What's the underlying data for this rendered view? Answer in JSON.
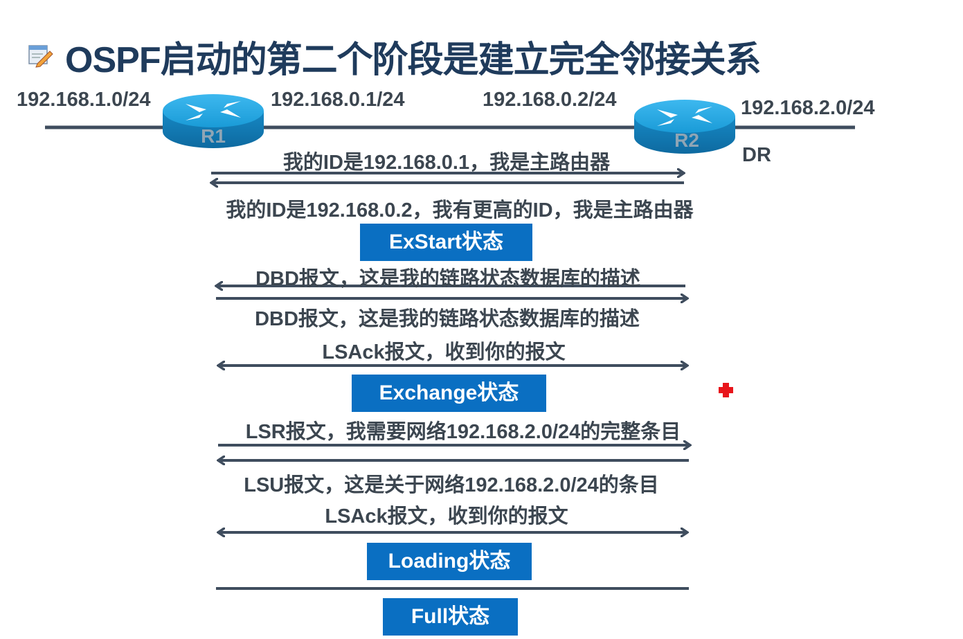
{
  "title": "OSPF启动的第二个阶段是建立完全邻接关系",
  "title_icon": "notepad-pencil-icon",
  "network": {
    "left_subnet": "192.168.1.0/24",
    "r1_ip": "192.168.0.1/24",
    "r2_ip": "192.168.0.2/24",
    "right_subnet": "192.168.2.0/24",
    "r1_label": "R1",
    "r2_label": "R2",
    "r2_role": "DR"
  },
  "messages": {
    "m1": "我的ID是192.168.0.1，我是主路由器",
    "m2": "我的ID是192.168.0.2，我有更高的ID，我是主路由器",
    "m3": "DBD报文，这是我的链路状态数据库的描述",
    "m4": "DBD报文，这是我的链路状态数据库的描述",
    "m5": "LSAck报文，收到你的报文",
    "m6": "LSR报文，我需要网络192.168.2.0/24的完整条目",
    "m7": "LSU报文，这是关于网络192.168.2.0/24的条目",
    "m8": "LSAck报文，收到你的报文"
  },
  "states": {
    "exstart": "ExStart状态",
    "exchange": "Exchange状态",
    "loading": "Loading状态",
    "full": "Full状态"
  },
  "colors": {
    "title": "#1f3b5c",
    "text": "#3c4650",
    "line": "#3f4d5e",
    "state_box": "#0a6fc2",
    "router": "#1a9bd7",
    "marker": "#e8151b"
  }
}
